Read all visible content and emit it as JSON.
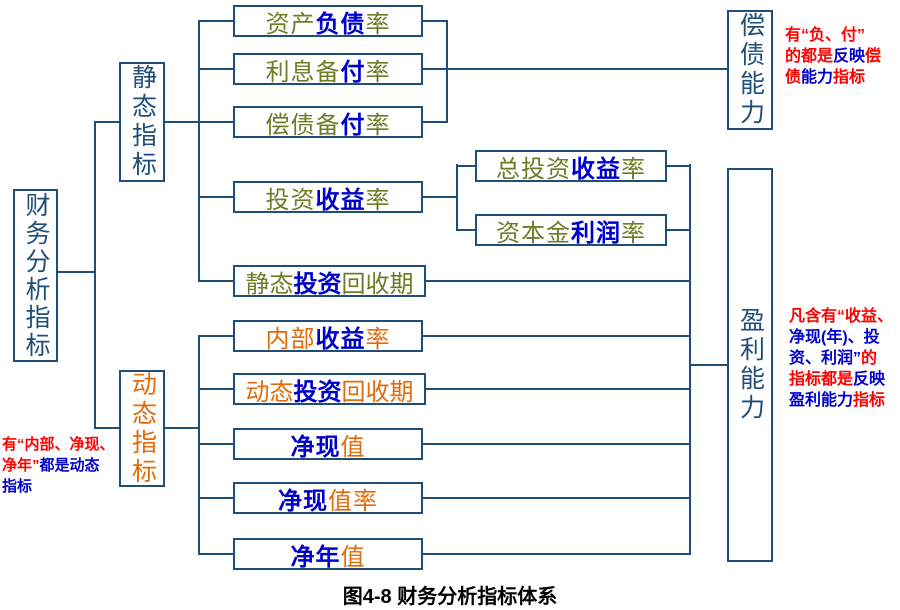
{
  "palette": {
    "line": "#1f4e79",
    "navy": "#1f4e79",
    "olive": "#6f7c25",
    "blue": "#0000cc",
    "orange": "#e36c0a",
    "red": "#ff0000",
    "noteblue": "#0000cc"
  },
  "caption": "图4-8 财务分析指标体系",
  "root": {
    "label": "财务分析指标"
  },
  "groups": {
    "static": {
      "label": "静态指标"
    },
    "dynamic": {
      "label": "动态指标"
    }
  },
  "abilities": {
    "debt": {
      "label": "偿债能力"
    },
    "profit": {
      "label": "盈利能力"
    }
  },
  "boxes": {
    "asset_liability_ratio": [
      {
        "t": "资产",
        "c": "olive"
      },
      {
        "t": "负债",
        "c": "blue"
      },
      {
        "t": "率",
        "c": "olive"
      }
    ],
    "interest_coverage_ratio": [
      {
        "t": "利息备",
        "c": "olive"
      },
      {
        "t": "付",
        "c": "blue"
      },
      {
        "t": "率",
        "c": "olive"
      }
    ],
    "debt_service_coverage_ratio": [
      {
        "t": "偿债备",
        "c": "olive"
      },
      {
        "t": "付",
        "c": "blue"
      },
      {
        "t": "率",
        "c": "olive"
      }
    ],
    "investment_return_ratio": [
      {
        "t": "投资",
        "c": "olive"
      },
      {
        "t": "收益",
        "c": "blue"
      },
      {
        "t": "率",
        "c": "olive"
      }
    ],
    "static_payback_period": [
      {
        "t": "静态",
        "c": "olive"
      },
      {
        "t": "投资",
        "c": "blue"
      },
      {
        "t": "回收期",
        "c": "olive"
      }
    ],
    "total_investment_return_ratio": [
      {
        "t": "总投资",
        "c": "olive"
      },
      {
        "t": "收益",
        "c": "blue"
      },
      {
        "t": "率",
        "c": "olive"
      }
    ],
    "capital_profit_ratio": [
      {
        "t": "资本金",
        "c": "olive"
      },
      {
        "t": "利润",
        "c": "blue"
      },
      {
        "t": "率",
        "c": "olive"
      }
    ],
    "internal_rate_of_return": [
      {
        "t": "内部",
        "c": "orange"
      },
      {
        "t": "收益",
        "c": "blue"
      },
      {
        "t": "率",
        "c": "orange"
      }
    ],
    "dynamic_payback_period": [
      {
        "t": "动态",
        "c": "orange"
      },
      {
        "t": "投资",
        "c": "blue"
      },
      {
        "t": "回收期",
        "c": "orange"
      }
    ],
    "net_present_value": [
      {
        "t": "净现",
        "c": "blue"
      },
      {
        "t": "值",
        "c": "orange"
      }
    ],
    "net_present_value_ratio": [
      {
        "t": "净现",
        "c": "blue"
      },
      {
        "t": "值率",
        "c": "orange"
      }
    ],
    "net_annual_value": [
      {
        "t": "净年",
        "c": "blue"
      },
      {
        "t": "值",
        "c": "orange"
      }
    ]
  },
  "notes": {
    "debt": [
      [
        {
          "t": "有“负、付”",
          "c": "red"
        }
      ],
      [
        {
          "t": "的都是",
          "c": "red"
        },
        {
          "t": "反映",
          "c": "nblue"
        },
        {
          "t": "偿",
          "c": "red"
        }
      ],
      [
        {
          "t": "债",
          "c": "red"
        },
        {
          "t": "能力",
          "c": "nblue"
        },
        {
          "t": "指标",
          "c": "red"
        }
      ]
    ],
    "dynamic": [
      [
        {
          "t": "有“内部、净现、",
          "c": "red"
        }
      ],
      [
        {
          "t": "净年”",
          "c": "red"
        },
        {
          "t": "都是动态",
          "c": "nblue"
        }
      ],
      [
        {
          "t": "指标",
          "c": "nblue"
        }
      ]
    ],
    "profit": [
      [
        {
          "t": "凡含有“收益、",
          "c": "red"
        }
      ],
      [
        {
          "t": "净现(年)、投",
          "c": "nblue"
        }
      ],
      [
        {
          "t": "资、利润”",
          "c": "nblue"
        },
        {
          "t": "的",
          "c": "red"
        }
      ],
      [
        {
          "t": "指标都是",
          "c": "red"
        },
        {
          "t": "反映",
          "c": "nblue"
        }
      ],
      [
        {
          "t": "盈利能力",
          "c": "nblue"
        },
        {
          "t": "指标",
          "c": "red"
        }
      ]
    ]
  }
}
